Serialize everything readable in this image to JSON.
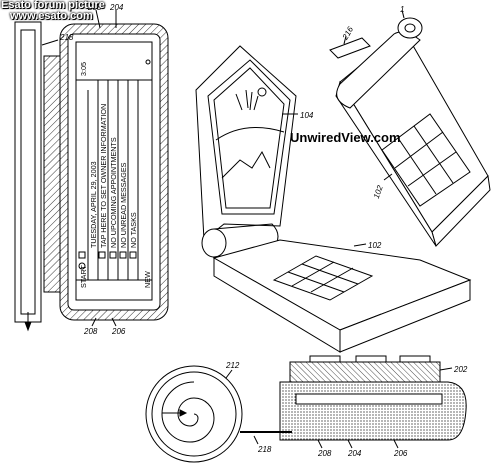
{
  "watermark": {
    "line1": "Esato forum picture",
    "line2": "www.esato.com"
  },
  "caption": "UnwiredView.com",
  "refs": {
    "r218_top": "218",
    "r208_top": "208",
    "r204_top": "204",
    "r208_bot": "208",
    "r206_bot": "206",
    "r104": "104",
    "r102_mid": "102",
    "r216": "216",
    "r102_right": "102",
    "r1": "1",
    "r212": "212",
    "r218_bottom": "218",
    "r202": "202",
    "r208_slab": "208",
    "r204_slab": "204",
    "r206_slab": "206"
  },
  "screen": {
    "time": "3:05",
    "start": "START",
    "new_label": "NEW",
    "lines": [
      "TUESDAY, APRIL 29, 2003",
      "TAP HERE TO SET OWNER INFORMATION",
      "NO UPCOMING APPOINTMENTS",
      "NO UNREAD MESSAGES",
      "NO TASKS"
    ]
  }
}
